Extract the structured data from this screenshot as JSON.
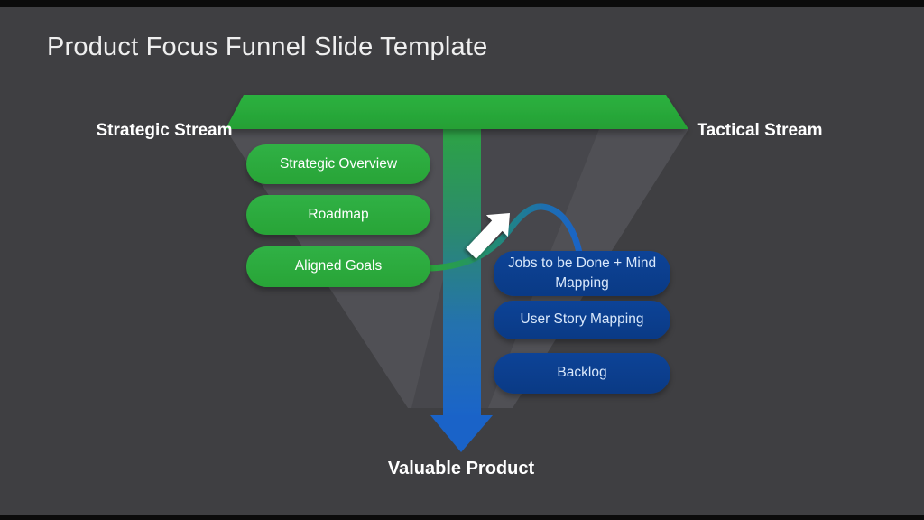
{
  "slide": {
    "title": "Product Focus Funnel Slide Template",
    "output_label": "Valuable Product"
  },
  "streams": {
    "left": {
      "label": "Strategic Stream",
      "items": [
        "Strategic Overview",
        "Roadmap",
        "Aligned Goals"
      ]
    },
    "right": {
      "label": "Tactical Stream",
      "items": [
        "Jobs to be Done + Mind Mapping",
        "User Story Mapping",
        "Backlog"
      ]
    }
  },
  "icons": {
    "funnel": "inverted-funnel-shape",
    "down_arrow": "green-to-blue-down-arrow",
    "curved_connector": "green-to-blue-curved-line",
    "white_arrow": "up-right-block-arrow"
  },
  "colors": {
    "background": "#3f3f42",
    "letterbox": "#0b0b0b",
    "funnel_gray": "#47474c",
    "green": "#2aa93b",
    "navy": "#0b3e8e",
    "arrow_blue": "#1a63c8",
    "text": "#ffffff"
  }
}
